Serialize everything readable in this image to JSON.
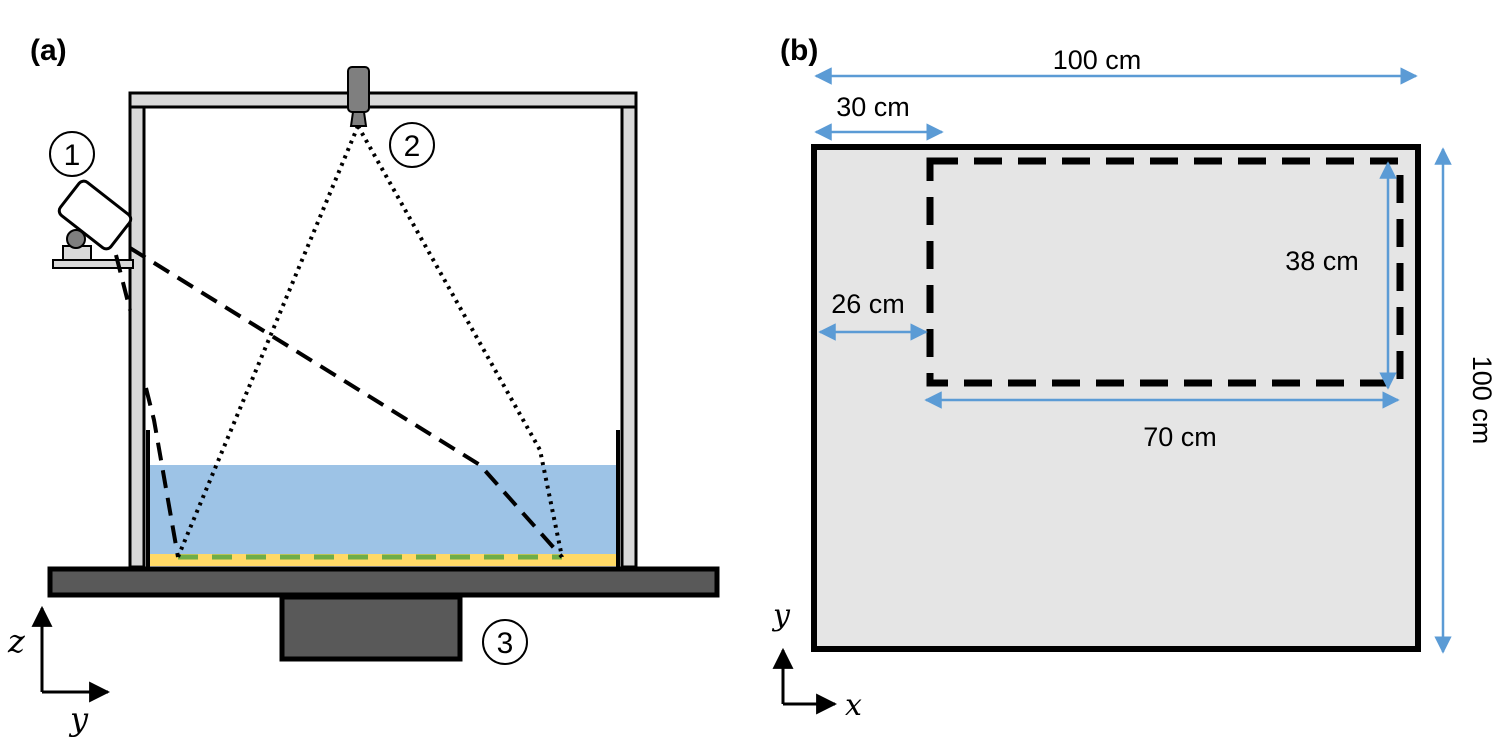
{
  "panels": {
    "a": {
      "tag": "(a)",
      "markers": {
        "one": "1",
        "two": "2",
        "three": "3"
      },
      "axes": {
        "vertical": "z",
        "horizontal": "y"
      }
    },
    "b": {
      "tag": "(b)",
      "dimensions": {
        "total_width": "100 cm",
        "offset_x": "30 cm",
        "offset_side": "26 cm",
        "inner_height": "38 cm",
        "inner_width": "70 cm",
        "total_height": "100 cm"
      },
      "axes": {
        "vertical": "y",
        "horizontal": "x"
      }
    }
  },
  "colors": {
    "water": "#9dc3e6",
    "sediment": "#ffd966",
    "sediment_dash": "#70ad47",
    "frame": "#d9d9d9",
    "base": "#595959",
    "plate": "#e5e5e5",
    "dimension_arrow": "#5b9bd5"
  }
}
